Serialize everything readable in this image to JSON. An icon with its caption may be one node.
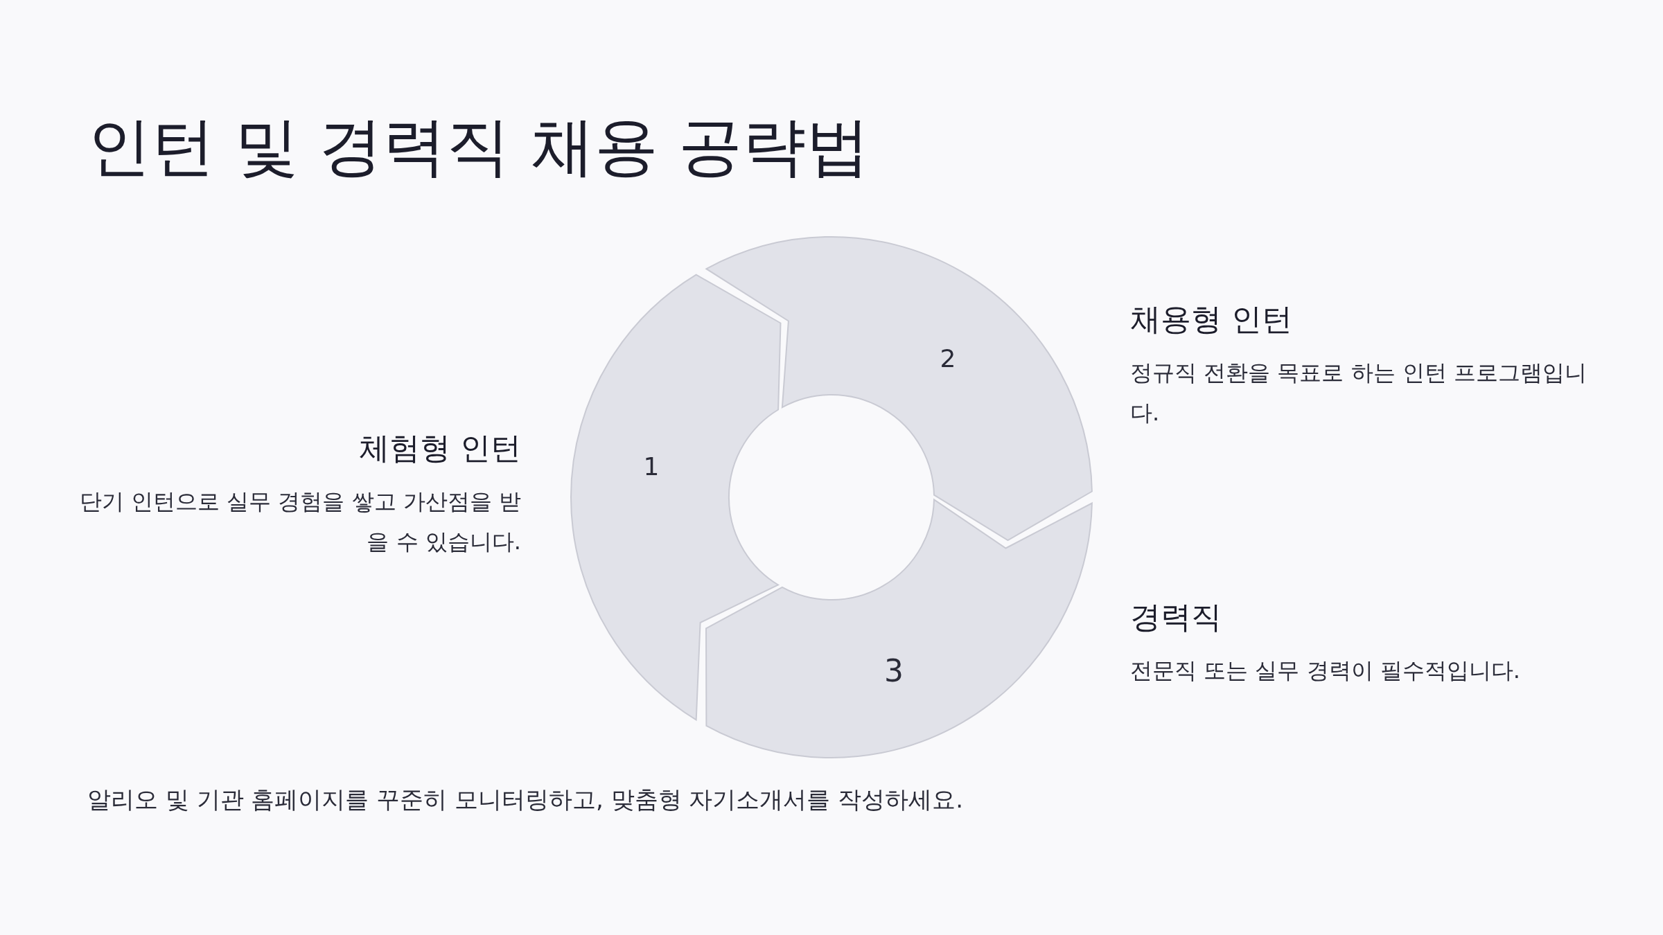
{
  "diagram": {
    "title": "인턴 및 경력직 채용 공략법",
    "nodes": [
      {
        "text": [
          "1"
        ],
        "beside": [
          "체험형 인턴",
          "단기 인턴으로 실무 경험을 쌓고 가산점을 받을 수 있습니다."
        ]
      },
      {
        "text": [
          "2"
        ],
        "beside": [
          "채용형 인턴",
          "정규직 전환을 목표로 하는 인턴 프로그램입니다."
        ]
      },
      {
        "text": [
          "3"
        ],
        "beside": [
          "경력직",
          "전문직 또는 실무 경력이 필수적입니다."
        ]
      }
    ],
    "labels": [
      "알리오 및 기관 홈페이지를 꾸준히 모니터링하고, 맞춤형 자기소개서를 작성하세요."
    ]
  }
}
